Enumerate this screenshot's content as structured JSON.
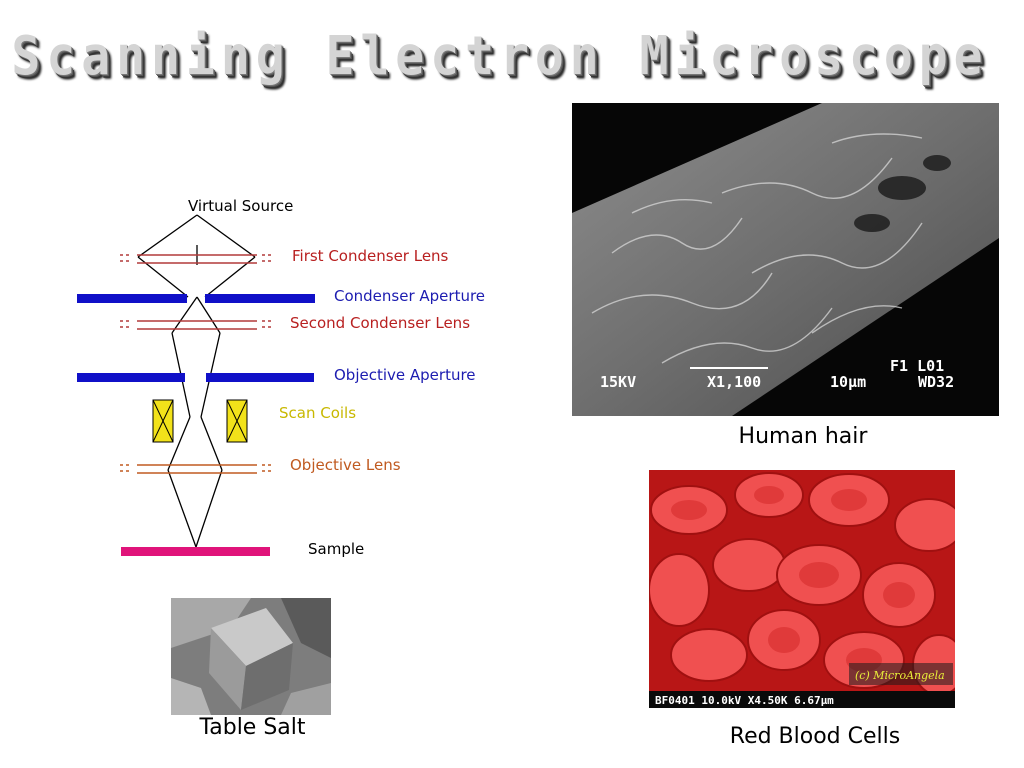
{
  "title": "Scanning Electron Microscope",
  "diagram": {
    "virtual_source": "Virtual Source",
    "first_condenser_lens": "First Condenser Lens",
    "condenser_aperture": "Condenser Aperture",
    "second_condenser_lens": "Second Condenser Lens",
    "objective_aperture": "Objective Aperture",
    "scan_coils": "Scan Coils",
    "objective_lens": "Objective Lens",
    "sample": "Sample",
    "colors": {
      "lens": "#b23a3a",
      "aperture": "#1010c8",
      "coil": "#f2e21a",
      "sample": "#e0147a",
      "condenser_label": "#b82020",
      "aperture_label": "#1c1cb0",
      "scan_label": "#c8b800",
      "objective_label": "#c05a20"
    }
  },
  "hair": {
    "caption": "Human hair",
    "overlay": {
      "kv": "15KV",
      "mag": "X1,100",
      "scale": "10μm",
      "line1": "F1 L01",
      "wd": "WD32"
    }
  },
  "salt": {
    "caption": "Table Salt"
  },
  "rbc": {
    "caption": "Red Blood Cells",
    "overlay": "BF0401 10.0kV X4.50K 6.67μm",
    "credit": "(c) MicroAngela"
  }
}
